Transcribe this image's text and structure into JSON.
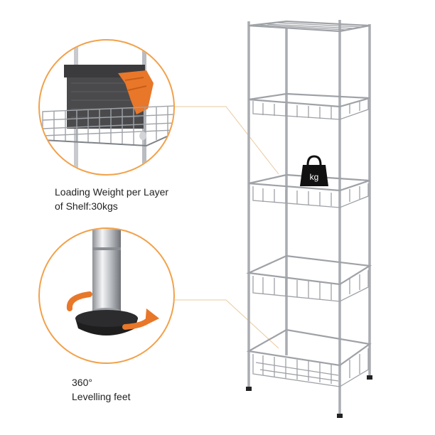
{
  "callouts": [
    {
      "line1": "Loading Weight per Layer",
      "line2": "of Shelf:30kgs"
    },
    {
      "line1": "360°",
      "line2": "Levelling feet"
    }
  ],
  "weight_badge": "kg",
  "colors": {
    "accent": "#f2a14a",
    "chrome": "#a9acb1",
    "towel": "#e8772a",
    "box": "#4a4a4c"
  },
  "icons": [
    "weight-icon",
    "rotation-arrow-icon"
  ]
}
